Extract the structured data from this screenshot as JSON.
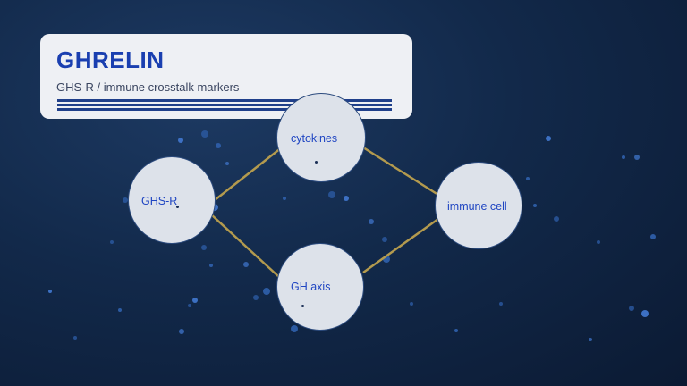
{
  "title": "GHRELIN",
  "subtitle": "GHS-R / immune crosstalk markers",
  "colors": {
    "title": "#1a3fb0",
    "node_label": "#1f45c2",
    "edge": "#b39a4e",
    "node_fill": "#dde2ea",
    "background": "#12294a"
  },
  "nodes": [
    {
      "id": "ghsr",
      "label": "GHS-R"
    },
    {
      "id": "cytokines",
      "label": "cytokines"
    },
    {
      "id": "ghaxis",
      "label": "GH axis"
    },
    {
      "id": "immune",
      "label": "immune cell"
    }
  ],
  "edges": [
    {
      "from": "ghsr",
      "to": "cytokines"
    },
    {
      "from": "ghsr",
      "to": "ghaxis"
    },
    {
      "from": "cytokines",
      "to": "immune"
    },
    {
      "from": "ghaxis",
      "to": "immune"
    }
  ]
}
